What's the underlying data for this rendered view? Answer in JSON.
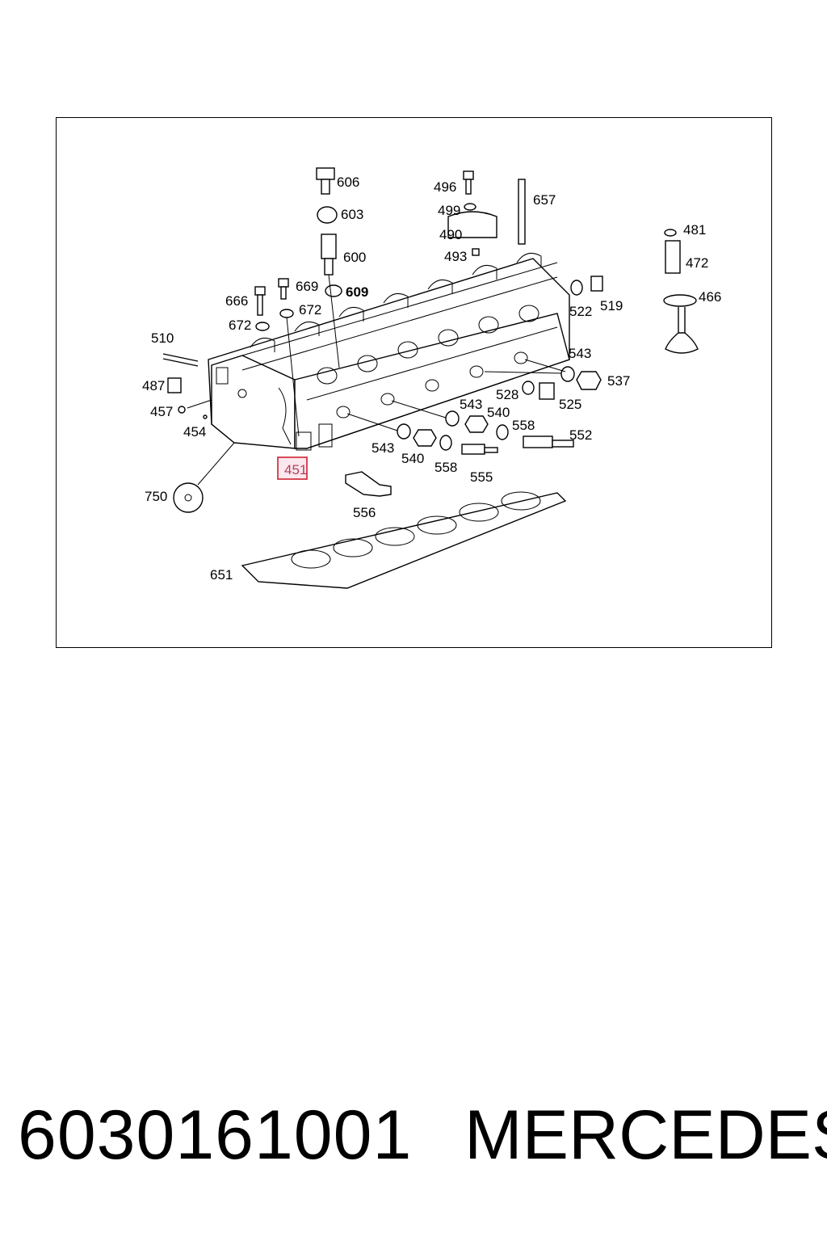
{
  "diagram": {
    "highlight_color": "#d02030",
    "callouts": {
      "c606": "606",
      "c603": "603",
      "c600": "600",
      "c609": "609",
      "c669": "669",
      "c666": "666",
      "c672a": "672",
      "c672b": "672",
      "c510": "510",
      "c487": "487",
      "c457": "457",
      "c454": "454",
      "c451": "451",
      "c750": "750",
      "c651": "651",
      "c496": "496",
      "c499": "499",
      "c490": "490",
      "c493": "493",
      "c657": "657",
      "c481": "481",
      "c472": "472",
      "c466": "466",
      "c522": "522",
      "c519": "519",
      "c543a": "543",
      "c537": "537",
      "c528": "528",
      "c525": "525",
      "c543b": "543",
      "c540a": "540",
      "c558a": "558",
      "c552": "552",
      "c543c": "543",
      "c540b": "540",
      "c558b": "558",
      "c555": "555",
      "c556": "556"
    },
    "highlighted_callout": "451"
  },
  "caption": {
    "part_number": "6030161001",
    "brand": "MERCEDES"
  }
}
